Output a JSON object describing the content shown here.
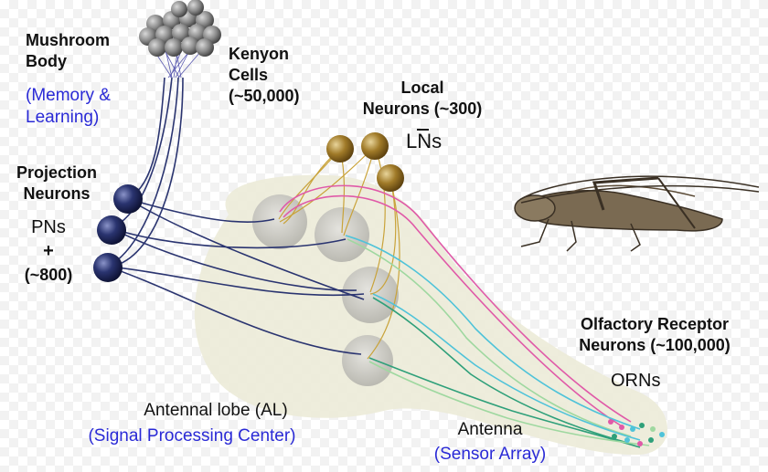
{
  "labels": {
    "mushroom_body": [
      "Mushroom",
      "Body"
    ],
    "mushroom_body_sub": [
      "(Memory &",
      "Learning)"
    ],
    "kenyon": [
      "Kenyon",
      "Cells",
      "(~50,000)"
    ],
    "local_neurons": [
      "Local",
      "Neurons (~300)"
    ],
    "ln_symbol": "LNs",
    "projection_neurons": [
      "Projection",
      "Neurons"
    ],
    "pns": [
      "PNs",
      "+",
      "(~800)"
    ],
    "orn_title": [
      "Olfactory Receptor",
      "Neurons (~100,000)"
    ],
    "orns": "ORNs",
    "antennal_lobe": "Antennal lobe (AL)",
    "antennal_lobe_sub": "(Signal Processing Center)",
    "antenna": "Antenna",
    "antenna_sub": "(Sensor Array)"
  },
  "colors": {
    "label_blue": "#2a2ad6",
    "projection_neuron": "#1f2a5a",
    "local_neuron": "#8a6a1e",
    "kenyon_cell": "#7a7a7a",
    "antennal_lobe_fill": "#ecebd8",
    "glomerulus": "#c9c8c2",
    "orn_lines": [
      "#e05aa8",
      "#4fc3d9",
      "#2fa07a",
      "#9fd8a0"
    ]
  }
}
